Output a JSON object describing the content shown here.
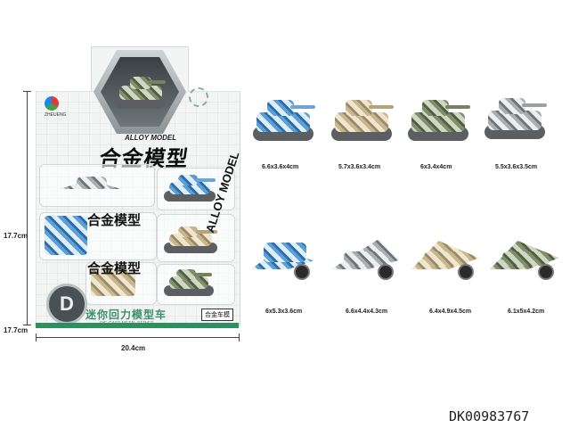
{
  "package": {
    "brand": "ZHEUENG",
    "tagline": "ALLOY MODEL",
    "title": "合金模型",
    "vertical_title": "ALLOY MODEL",
    "subtitle_cn": "迷你回力模型车",
    "subtitle_en": "DIE-CAST METAL SERIES",
    "badge": "合金车模",
    "emblem_letter": "D"
  },
  "dimensions": {
    "height_top": "17.7cm",
    "height_bottom": "17.7cm",
    "width": "20.4cm"
  },
  "products": [
    {
      "kind": "tank",
      "camo": "blue",
      "size": "6.6x3.6x4cm"
    },
    {
      "kind": "tank",
      "camo": "sand",
      "size": "5.7x3.6x3.4cm"
    },
    {
      "kind": "tank",
      "camo": "green",
      "size": "6x3.4x4cm"
    },
    {
      "kind": "tank",
      "camo": "grey",
      "size": "5.5x3.6x3.5cm"
    },
    {
      "kind": "jet",
      "camo": "blue",
      "size": "6x5.3x3.6cm"
    },
    {
      "kind": "jet",
      "camo": "grey",
      "size": "6.6x4.4x4.3cm"
    },
    {
      "kind": "jet",
      "camo": "sand",
      "size": "6.4x4.9x4.5cm"
    },
    {
      "kind": "jet",
      "camo": "green",
      "size": "6.1x5x4.2cm"
    }
  ],
  "product_code": "DK00983767",
  "icons": [
    "brand-logo-icon",
    "gear-icon",
    "hexagon-emblem-icon"
  ],
  "colors": {
    "accent_green": "#2f8f5f",
    "text": "#222222"
  }
}
